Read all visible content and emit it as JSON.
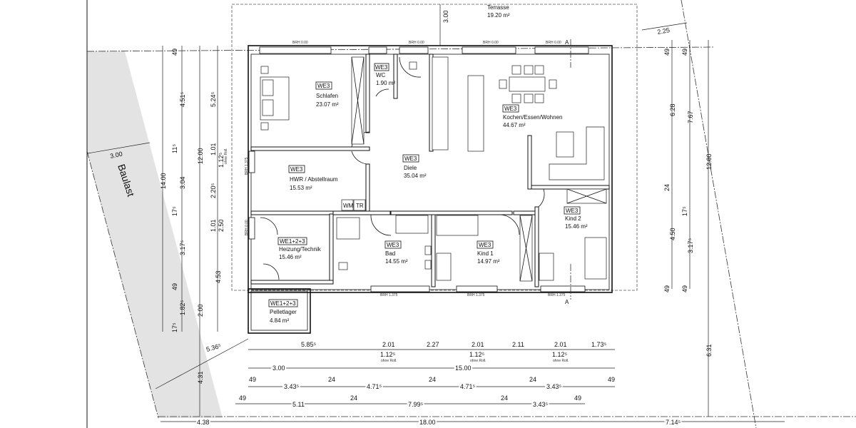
{
  "plan": {
    "baulast_label": "Baulast",
    "terrace": {
      "name": "Terrasse",
      "area": "19.20 m²"
    },
    "section_marker": "A",
    "colors": {
      "baulast_fill": "#e3e3e3",
      "lines": "#111111"
    },
    "rooms": [
      {
        "tag": "WE3",
        "name": "Schlafen",
        "area": "23.07 m²"
      },
      {
        "tag": "WE3",
        "name": "WC",
        "area": "1.90 m²"
      },
      {
        "tag": "WE3",
        "name": "HWR / Abstellraum",
        "area": "15.53 m²"
      },
      {
        "tag": "WE3",
        "name": "Diele",
        "area": "35.04 m²"
      },
      {
        "tag": "WE3",
        "name": "Kochen/Essen/Wohnen",
        "area": "44.67 m²"
      },
      {
        "tag": "WE3",
        "name": "Kind 2",
        "area": "15.46 m²"
      },
      {
        "tag": "WE1+2+3",
        "name": "Heizung/Technik",
        "area": "15.46 m²"
      },
      {
        "tag": "WE3",
        "name": "Bad",
        "area": "14.55 m²"
      },
      {
        "tag": "WE3",
        "name": "Kind 1",
        "area": "14.97 m²"
      },
      {
        "tag": "WE1+2+3",
        "name": "Pelletlager",
        "area": "4.84 m²"
      }
    ],
    "appliances": {
      "washer": "WM",
      "dryer": "TR"
    },
    "brh": {
      "top": "BRH 0.00",
      "bottom": "BRH 1.375",
      "left_upper": "BRH 1.375",
      "left_lower": "BRH 0.00"
    },
    "dimensions": {
      "top": {
        "terrace_depth": "3.00",
        "terrace_offset": "2.25"
      },
      "left": {
        "col1": [
          "14.00"
        ],
        "col2": [
          "49",
          "4.51⁵",
          "11⁵",
          "3.04",
          "17⁵",
          "3.17⁵",
          "49",
          "1.82⁵",
          "17⁵"
        ],
        "col3": [
          "12.00",
          "2.00",
          "4.31"
        ],
        "col4": [
          "5.24⁵",
          "1.01",
          "1.12⁵",
          "ohne Roll.",
          "2.20⁵",
          "1.01",
          "2.50",
          "4.53"
        ],
        "baulast_width": "3.00",
        "diagonal": "5.36⁵"
      },
      "right": {
        "col1": [
          "49",
          "6.28",
          "24",
          "4.50",
          "49"
        ],
        "col2": [
          "49",
          "7.67",
          "17⁵",
          "3.17⁵",
          "49"
        ],
        "col3": [
          "12.00",
          "6.31"
        ]
      },
      "bottom": {
        "row1": [
          "5.85⁵",
          "2.01",
          "2.27",
          "2.01",
          "2.11",
          "2.01",
          "1.73⁵"
        ],
        "row1_sub": [
          "1.12⁵",
          "1.12⁵",
          "1.12⁵"
        ],
        "row1_note": "ohne Roll.",
        "row2": [
          "3.00",
          "15.00"
        ],
        "row3": [
          "49",
          "3.43⁵",
          "24",
          "4.71⁵",
          "24",
          "4.71⁵",
          "24",
          "3.43⁵",
          "49"
        ],
        "row4": [
          "49",
          "5.11",
          "24",
          "7.99⁵",
          "24",
          "3.43⁵",
          "49"
        ],
        "row5": [
          "4.38",
          "18.00",
          "7.14⁵"
        ]
      }
    }
  }
}
